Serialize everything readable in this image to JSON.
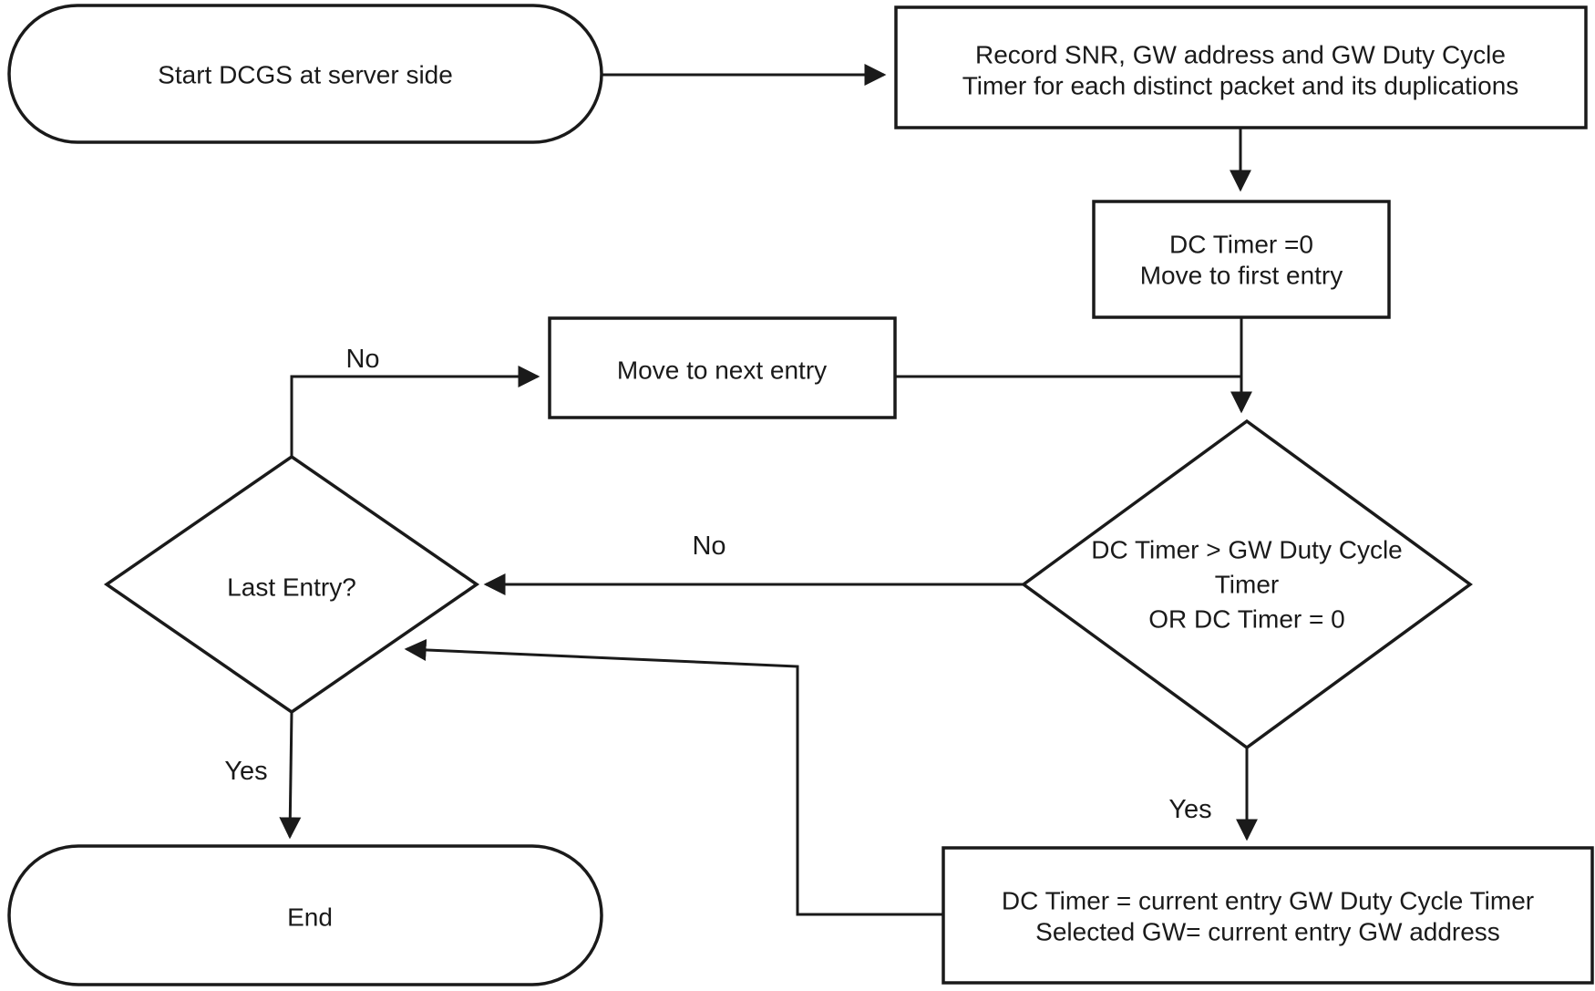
{
  "figure": {
    "type": "flowchart",
    "background_color": "#ffffff",
    "stroke_color": "#1a1a1a"
  },
  "nodes": {
    "start": {
      "type": "terminator",
      "label": "Start DCGS at server side"
    },
    "record": {
      "type": "process",
      "lines": [
        "Record SNR, GW address and GW Duty Cycle",
        "Timer for each distinct packet and its duplications"
      ]
    },
    "init": {
      "type": "process",
      "lines": [
        "DC Timer =0",
        "Move to first entry"
      ]
    },
    "move_next": {
      "type": "process",
      "label": "Move to next entry"
    },
    "last_entry": {
      "type": "decision",
      "label": "Last Entry?"
    },
    "dc_check": {
      "type": "decision",
      "lines": [
        "DC Timer > GW Duty Cycle",
        "Timer",
        "OR DC Timer = 0"
      ]
    },
    "set_gw": {
      "type": "process",
      "lines": [
        "DC Timer = current entry GW Duty Cycle Timer",
        "Selected GW= current entry GW address"
      ]
    },
    "end": {
      "type": "terminator",
      "label": "End"
    }
  },
  "edge_labels": {
    "last_entry_no": "No",
    "dc_check_no": "No",
    "last_entry_yes": "Yes",
    "dc_check_yes": "Yes"
  }
}
